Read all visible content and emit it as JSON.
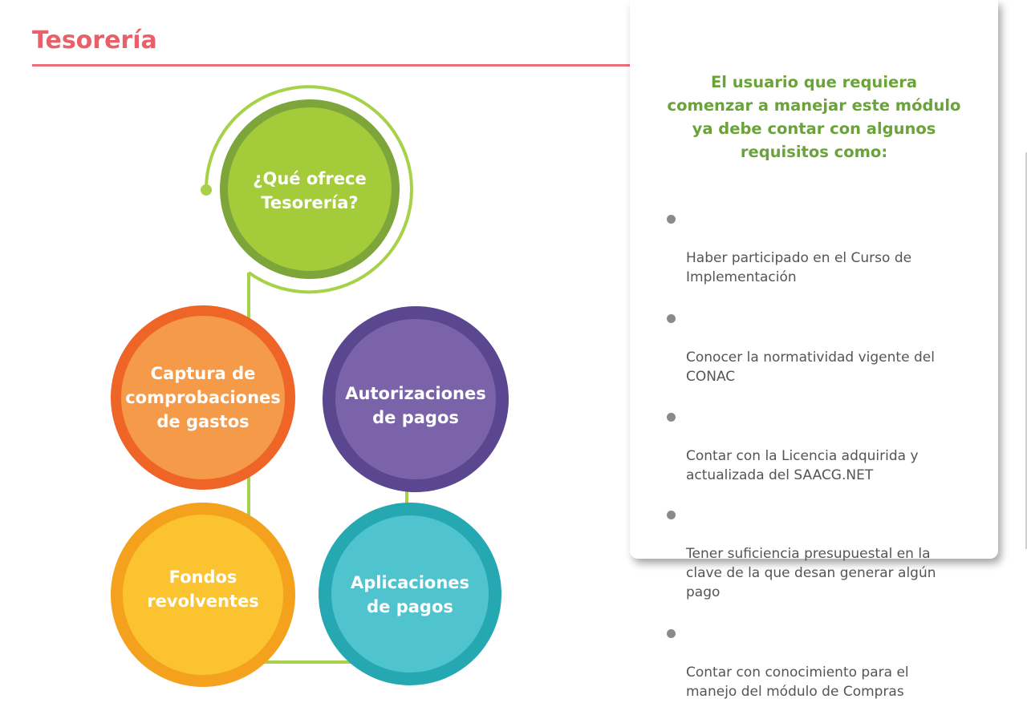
{
  "page": {
    "title": "Tesorería"
  },
  "diagram": {
    "center": {
      "label": "¿Qué ofrece\nTesorería?"
    },
    "nodes": [
      {
        "id": "captura",
        "label": "Captura de\ncomprobaciones\nde gastos"
      },
      {
        "id": "autorizaciones",
        "label": "Autorizaciones\nde pagos"
      },
      {
        "id": "fondos",
        "label": "Fondos\nrevolventes"
      },
      {
        "id": "aplicaciones",
        "label": "Aplicaciones\nde pagos"
      }
    ],
    "colors": {
      "green_fill": "#a4cb3a",
      "green_ring": "#7da53a",
      "green_line": "#a8d14a",
      "orange_fill": "#f59a48",
      "orange_ring": "#ef6427",
      "purple_fill": "#7a63a8",
      "purple_ring": "#5b4690",
      "yellow_fill": "#fcc330",
      "yellow_ring": "#f4a21d",
      "teal_fill": "#4fc4cf",
      "teal_ring": "#25a8b1"
    }
  },
  "requirements": {
    "heading": "El usuario que requiera\ncomenzar a manejar este módulo\nya debe contar con algunos\nrequisitos como:",
    "items": [
      "Haber participado en el Curso de\nImplementación",
      "Conocer la normatividad vigente del\nCONAC",
      "Contar con la Licencia adquirida y\nactualizada del SAACG.NET",
      "Tener suficiencia presupuestal en la\nclave de la que desan generar algún\npago",
      "Contar con conocimiento para el\nmanejo del módulo de Compras"
    ]
  }
}
